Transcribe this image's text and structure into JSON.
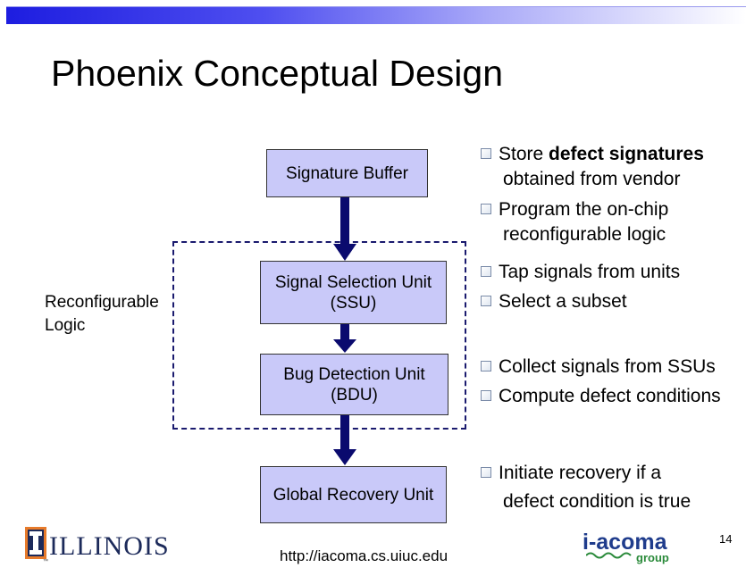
{
  "slide": {
    "title": "Phoenix Conceptual Design",
    "page_number": "14",
    "url": "http://iacoma.cs.uiuc.edu"
  },
  "diagram": {
    "boxes": {
      "signature_buffer": "Signature Buffer",
      "ssu_line1": "Signal Selection Unit",
      "ssu_line2": "(SSU)",
      "bdu_line1": "Bug Detection Unit",
      "bdu_line2": "(BDU)",
      "global_recovery": "Global Recovery Unit"
    },
    "region_label_line1": "Reconfigurable",
    "region_label_line2": "Logic"
  },
  "bullets": {
    "b1_pre": "Store ",
    "b1_bold": "defect signatures",
    "b1_cont": "obtained from vendor",
    "b2": "Program the on-chip",
    "b2_cont": "reconfigurable logic",
    "b3": "Tap signals from units",
    "b4": "Select a subset",
    "b5": "Collect signals from SSUs",
    "b6": "Compute defect conditions",
    "b7": "Initiate recovery if a",
    "b7_cont": "defect condition is true"
  },
  "logos": {
    "left": "ILLINOIS",
    "right_main": "i-acoma",
    "right_sub": "group"
  },
  "colors": {
    "box_fill": "#c9c9f9",
    "arrow": "#0a0a6e",
    "banner_start": "#1d1de0"
  },
  "icons": [
    "checkbox-bullet-icon",
    "down-arrow-icon",
    "illinois-i-logo-icon",
    "wave-icon"
  ]
}
